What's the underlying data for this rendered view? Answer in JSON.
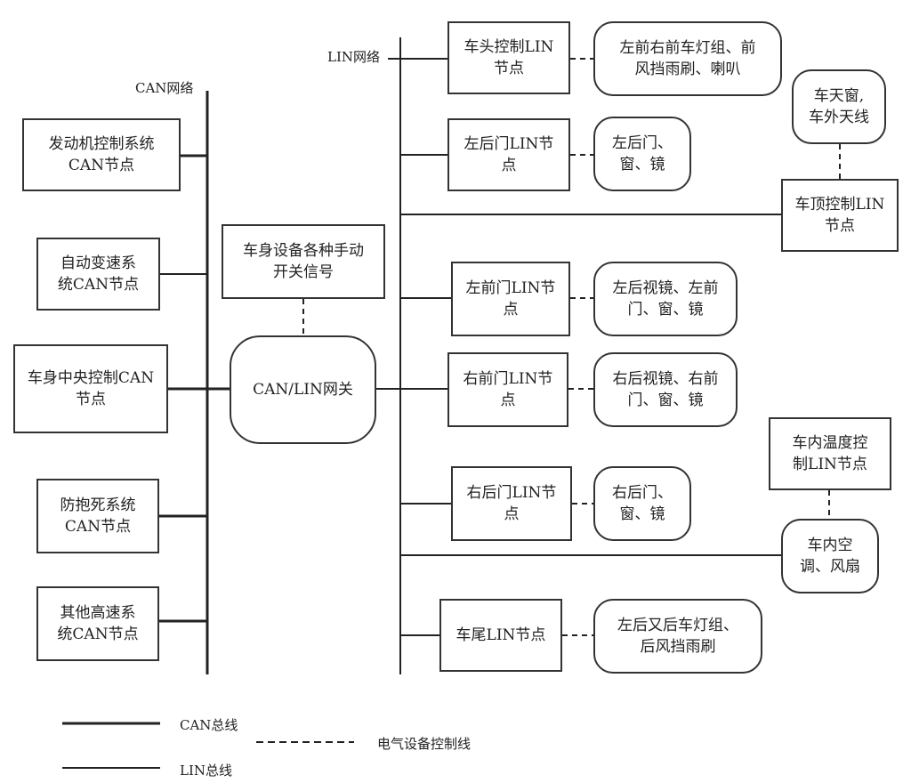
{
  "labels": {
    "can_network": "CAN网络",
    "lin_network": "LIN网络"
  },
  "can_nodes": [
    "发动机控制系统\nCAN节点",
    "自动变速系\n统CAN节点",
    "车身中央控制CAN\n节点",
    "防抱死系统\nCAN节点",
    "其他高速系\n统CAN节点"
  ],
  "center": {
    "switch_signal": "车身设备各种手动\n开关信号",
    "gateway": "CAN/LIN网关"
  },
  "lin_nodes": [
    "车头控制LIN\n节点",
    "左后门LIN节\n点",
    "左前门LIN节\n点",
    "右前门LIN节\n点",
    "右后门LIN节\n点",
    "车尾LIN节点"
  ],
  "devices": [
    "左前右前车灯组、前\n风挡雨刷、喇叭",
    "左后门、\n窗、镜",
    "左后视镜、左前\n门、窗、镜",
    "右后视镜、右前\n门、窗、镜",
    "右后门、\n窗、镜",
    "左后又后车灯组、\n后风挡雨刷"
  ],
  "roof": {
    "device": "车天窗,\n车外天线",
    "node": "车顶控制LIN\n节点"
  },
  "climate": {
    "node": "车内温度控\n制LIN节点",
    "device": "车内空\n调、风扇"
  },
  "legend": {
    "can_bus": "CAN总线",
    "control_line": "电气设备控制线",
    "lin_bus": "LIN总线"
  }
}
